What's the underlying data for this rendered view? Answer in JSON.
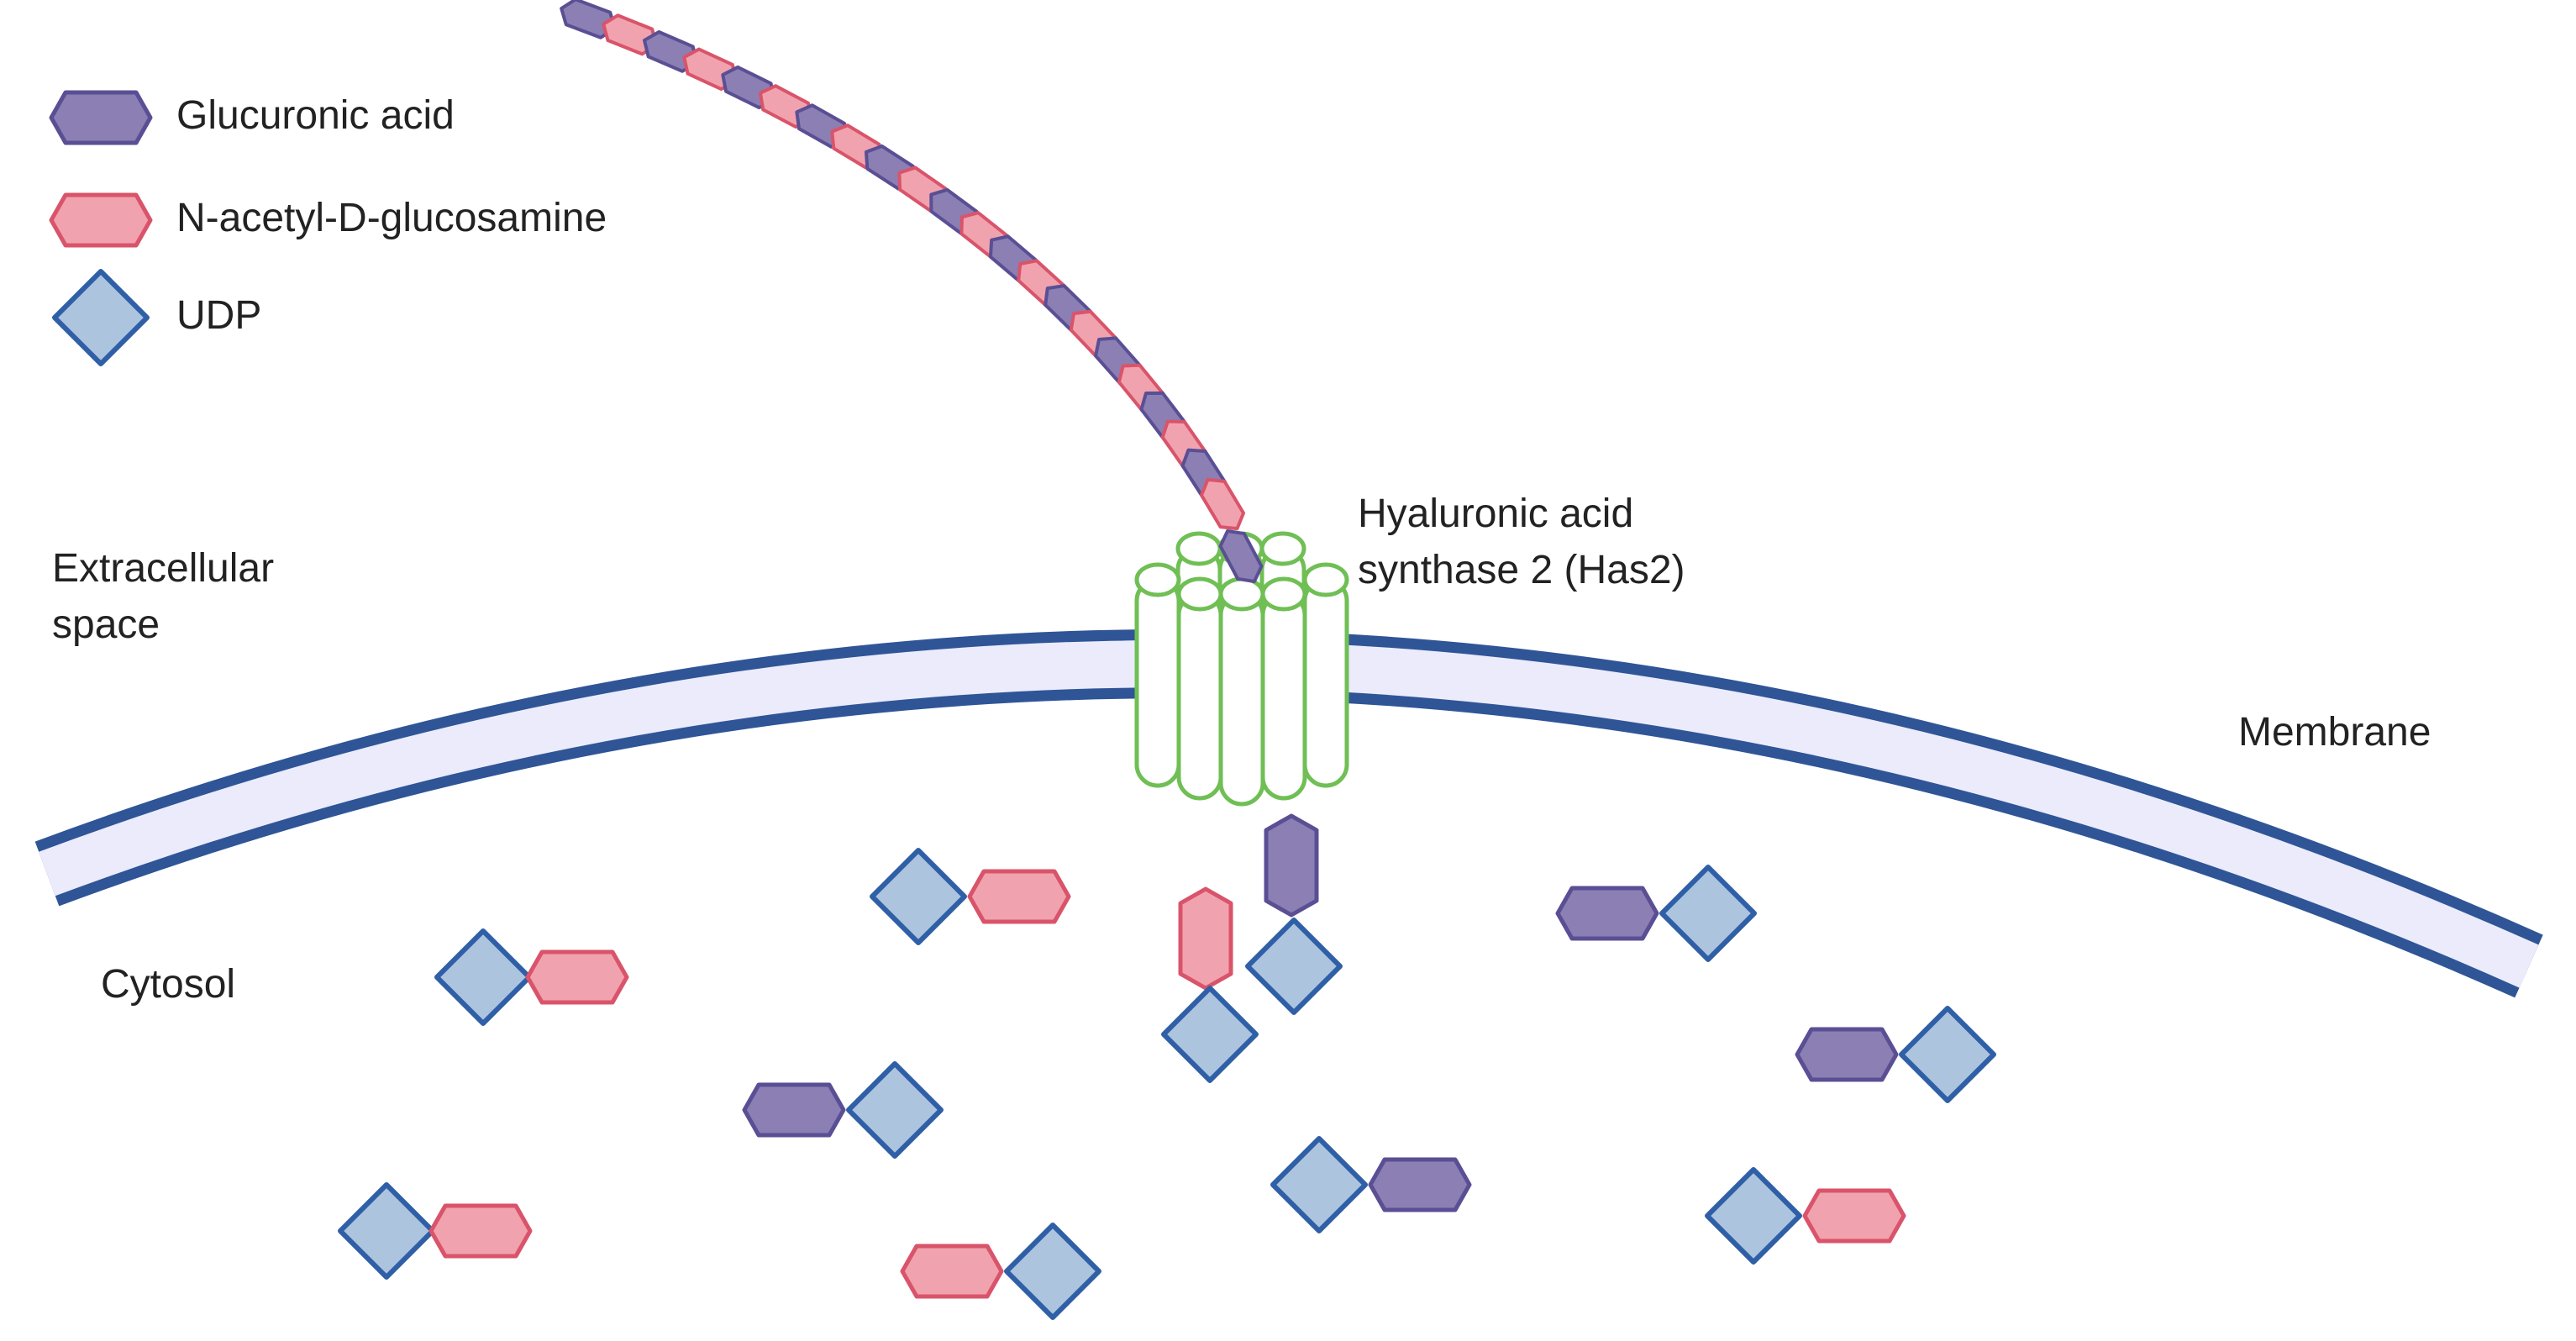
{
  "legend": {
    "glucuronic_acid": "Glucuronic acid",
    "glcnac": "N-acetyl-D-glucosamine",
    "udp": "UDP"
  },
  "labels": {
    "extracellular": "Extracellular\nspace",
    "enzyme": "Hyaluronic acid\nsynthase 2 (Has2)",
    "membrane": "Membrane",
    "cytosol": "Cytosol"
  },
  "colors": {
    "glcua_fill": "#8c7fb3",
    "glcua_stroke": "#5a4f94",
    "glcnac_fill": "#f0a3ae",
    "glcnac_stroke": "#d9546a",
    "udp_fill": "#adc4de",
    "udp_stroke": "#2f5fa6",
    "membrane_edge": "#2f5597",
    "membrane_fill": "#ebebfb",
    "enzyme": "#70bf55"
  }
}
